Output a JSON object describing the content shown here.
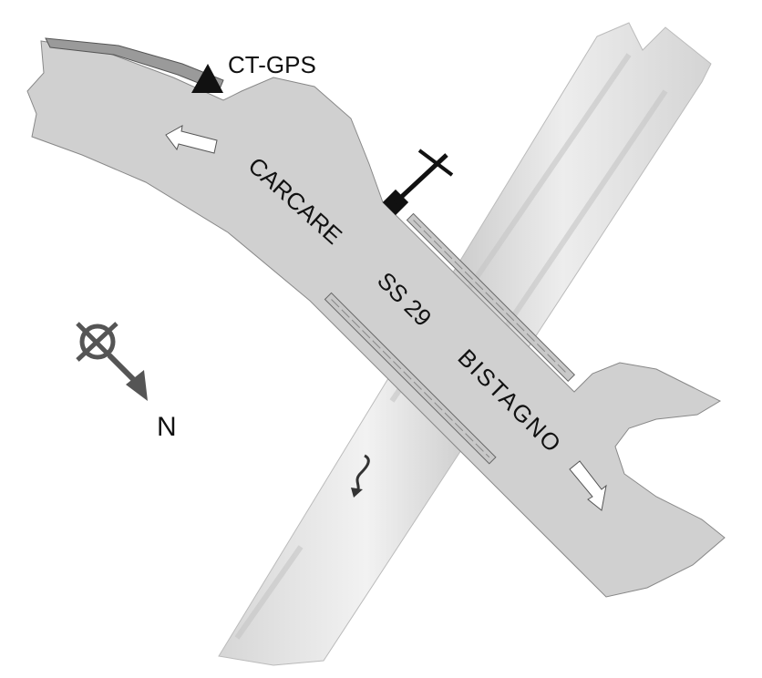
{
  "labels": {
    "station": "CT-GPS",
    "west_direction": "CARCARE",
    "road": "SS 29",
    "east_direction": "BISTAGNO",
    "north": "N"
  },
  "icons": [
    "gps-station-triangle-icon",
    "crucifix-marker-icon",
    "north-compass-icon",
    "river-flow-arrow-icon",
    "direction-arrow-icon"
  ],
  "colors": {
    "road": "#d0d0d0",
    "river": "#e2e2e2",
    "ink": "#111111",
    "bridge": "#c8c8c8"
  }
}
